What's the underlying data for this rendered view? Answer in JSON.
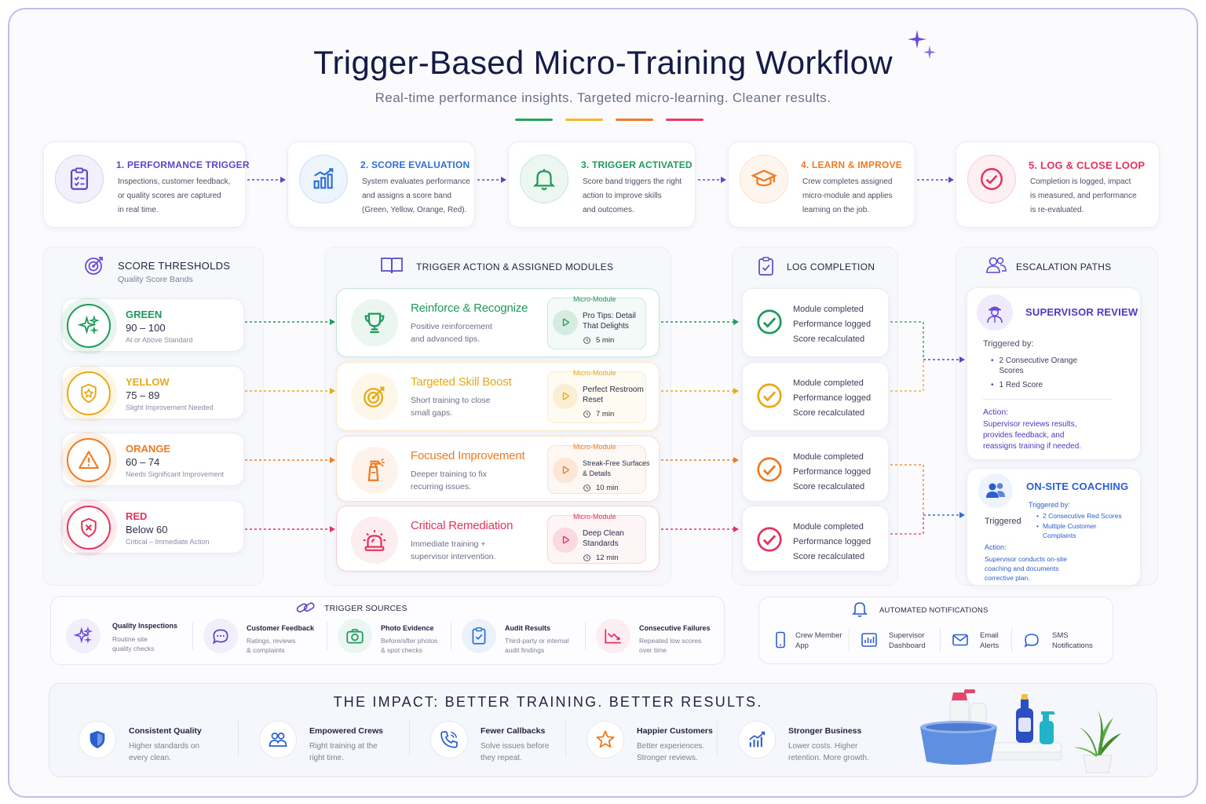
{
  "header": {
    "title": "Trigger-Based Micro-Training Workflow",
    "subtitle": "Real-time performance insights. Targeted micro-learning. Cleaner results.",
    "accent_colors": [
      "#22a45d",
      "#f5b82e",
      "#f07a2a",
      "#e93a6b"
    ]
  },
  "steps": [
    {
      "title": "1. PERFORMANCE TRIGGER",
      "lines": [
        "Inspections, customer feedback,",
        "or quality scores are captured",
        "in real time."
      ],
      "color": "#5a48c8",
      "icon": "clipboard-icon"
    },
    {
      "title": "2. SCORE EVALUATION",
      "lines": [
        "System evaluates performance",
        "and assigns a score band",
        "(Green, Yellow, Orange, Red)."
      ],
      "color": "#2b6fd6",
      "icon": "bar-chart-icon"
    },
    {
      "title": "3. TRIGGER ACTIVATED",
      "lines": [
        "Score band triggers the right",
        "action to improve skills",
        "and outcomes."
      ],
      "color": "#1e9a5a",
      "icon": "bell-icon"
    },
    {
      "title": "4. LEARN & IMPROVE",
      "lines": [
        "Crew completes assigned",
        "micro-module and applies",
        "learning on the job."
      ],
      "color": "#ef7a21",
      "icon": "graduation-cap-icon"
    },
    {
      "title": "5. LOG & CLOSE LOOP",
      "lines": [
        "Completion is logged, impact",
        "is measured, and performance",
        "is re-evaluated."
      ],
      "color": "#e2335f",
      "icon": "check-circle-icon"
    }
  ],
  "thresholds": {
    "title": "SCORE THRESHOLDS",
    "subtitle": "Quality Score Bands",
    "bands": [
      {
        "name": "GREEN",
        "range": "90 – 100",
        "note": "At or Above Standard",
        "color": "#1e9a5a",
        "icon": "sparkle-icon"
      },
      {
        "name": "YELLOW",
        "range": "75 – 89",
        "note": "Slight Improvement Needed",
        "color": "#e8a916",
        "icon": "shield-star-icon"
      },
      {
        "name": "ORANGE",
        "range": "60 – 74",
        "note": "Needs Significant Improvement",
        "color": "#ef7a21",
        "icon": "warning-icon"
      },
      {
        "name": "RED",
        "range": "Below 60",
        "note": "Critical – Immediate Action",
        "color": "#e2335f",
        "icon": "x-shield-icon"
      }
    ]
  },
  "actions": {
    "title": "TRIGGER ACTION & ASSIGNED MODULES",
    "items": [
      {
        "title": "Reinforce & Recognize",
        "desc": [
          "Positive reinforcement",
          "and advanced tips."
        ],
        "module_label": "Micro-Module",
        "module_title": [
          "Pro Tips: Detail",
          "That Delights"
        ],
        "time": "5 min",
        "color": "#1e9a5a",
        "icon": "trophy-icon"
      },
      {
        "title": "Targeted Skill Boost",
        "desc": [
          "Short training to close",
          "small gaps."
        ],
        "module_label": "Micro-Module",
        "module_title": [
          "Perfect Restroom",
          "Reset"
        ],
        "time": "7 min",
        "color": "#e8a916",
        "icon": "target-icon"
      },
      {
        "title": "Focused Improvement",
        "desc": [
          "Deeper training to fix",
          "recurring issues."
        ],
        "module_label": "Micro-Module",
        "module_title": [
          "Streak-Free Surfaces",
          "& Details"
        ],
        "time": "10 min",
        "color": "#ef7a21",
        "icon": "spray-bottle-icon"
      },
      {
        "title": "Critical Remediation",
        "desc": [
          "Immediate training +",
          "supervisor intervention."
        ],
        "module_label": "Micro-Module",
        "module_title": [
          "Deep Clean",
          "Standards"
        ],
        "time": "12 min",
        "color": "#e2335f",
        "icon": "siren-icon"
      }
    ]
  },
  "log": {
    "title": "LOG COMPLETION",
    "lines": [
      "Module completed",
      "Performance logged",
      "Score recalculated"
    ]
  },
  "escalation": {
    "title": "ESCALATION PATHS",
    "supervisor": {
      "title": "SUPERVISOR REVIEW",
      "triggered_label": "Triggered by:",
      "bullets": [
        "2 Consecutive Orange Scores",
        "1 Red Score"
      ],
      "action_label": "Action:",
      "action_text": [
        "Supervisor reviews results,",
        "provides feedback, and",
        "reassigns training if needed."
      ]
    },
    "coaching": {
      "title": "ON-SITE COACHING",
      "side_label": "Triggered",
      "triggered_label": "Triggered by:",
      "bullets": [
        "2 Consecutive Red Scores",
        "Multiple Customer Complaints"
      ],
      "action_label": "Action:",
      "action_text": [
        "Supervisor conducts on-site",
        "coaching and documents",
        "corrective plan."
      ]
    }
  },
  "sources": {
    "title": "TRIGGER SOURCES",
    "items": [
      {
        "title": "Quality Inspections",
        "desc": [
          "Routine site",
          "quality checks"
        ],
        "icon": "sparkle-icon"
      },
      {
        "title": "Customer Feedback",
        "desc": [
          "Ratings, reviews",
          "& complaints"
        ],
        "icon": "chat-bubble-icon"
      },
      {
        "title": "Photo Evidence",
        "desc": [
          "Before/after photos",
          "& spot checks"
        ],
        "icon": "camera-icon"
      },
      {
        "title": "Audit Results",
        "desc": [
          "Third-party or internal",
          "audit findings"
        ],
        "icon": "clipboard-check-icon"
      },
      {
        "title": "Consecutive Failures",
        "desc": [
          "Repeated low scores",
          "over time"
        ],
        "icon": "trend-down-icon"
      }
    ]
  },
  "notifications": {
    "title": "AUTOMATED NOTIFICATIONS",
    "items": [
      {
        "label": [
          "Crew Member",
          "App"
        ],
        "icon": "phone-icon"
      },
      {
        "label": [
          "Supervisor",
          "Dashboard"
        ],
        "icon": "dashboard-icon"
      },
      {
        "label": [
          "Email",
          "Alerts"
        ],
        "icon": "email-icon"
      },
      {
        "label": [
          "SMS",
          "Notifications"
        ],
        "icon": "sms-icon"
      }
    ]
  },
  "impact": {
    "title": "THE IMPACT: BETTER TRAINING. BETTER RESULTS.",
    "items": [
      {
        "title": "Consistent Quality",
        "desc": [
          "Higher standards on",
          "every clean."
        ],
        "icon": "shield-icon"
      },
      {
        "title": "Empowered Crews",
        "desc": [
          "Right training at the",
          "right time."
        ],
        "icon": "people-icon"
      },
      {
        "title": "Fewer Callbacks",
        "desc": [
          "Solve issues before",
          "they repeat."
        ],
        "icon": "phone-call-icon"
      },
      {
        "title": "Happier Customers",
        "desc": [
          "Better experiences.",
          "Stronger reviews."
        ],
        "icon": "star-icon"
      },
      {
        "title": "Stronger Business",
        "desc": [
          "Lower costs. Higher",
          "retention. More growth."
        ],
        "icon": "growth-chart-icon"
      }
    ]
  }
}
